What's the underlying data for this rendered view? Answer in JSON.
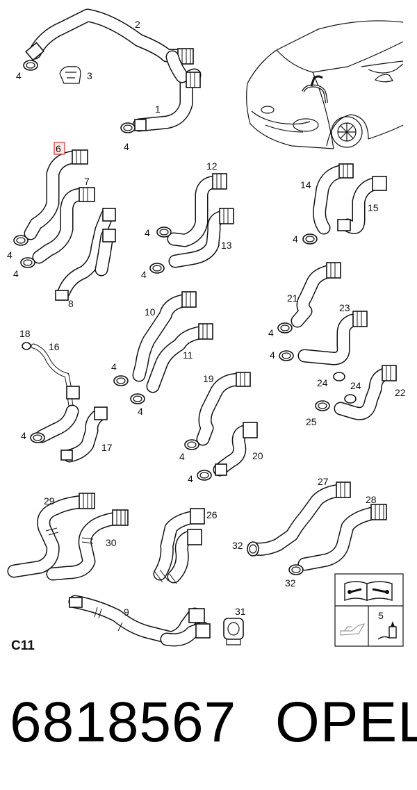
{
  "callouts": {
    "c1": "1",
    "c2": "2",
    "c3": "3",
    "c4a": "4",
    "c4b": "4",
    "c5": "5",
    "c6": "6",
    "c7": "7",
    "c8": "8",
    "c9": "9",
    "c4c": "4",
    "c4d": "4",
    "c10": "10",
    "c11": "11",
    "c12": "12",
    "c13": "13",
    "c4e": "4",
    "c4f": "4",
    "c14": "14",
    "c15": "15",
    "c4g": "4",
    "c16": "16",
    "c17": "17",
    "c18": "18",
    "c4h": "4",
    "c4i": "4",
    "c4j": "4",
    "c19": "19",
    "c20": "20",
    "c4k": "4",
    "c4l": "4",
    "c21": "21",
    "c22": "22",
    "c23": "23",
    "c4m": "4",
    "c4n": "4",
    "c24a": "24",
    "c24b": "24",
    "c25": "25",
    "c26": "26",
    "c27": "27",
    "c28": "28",
    "c29": "29",
    "c30": "30",
    "c31": "31",
    "c32a": "32",
    "c32b": "32"
  },
  "diagram_code": "C11",
  "footer": {
    "part_number": "6818567",
    "brand": "OPEL"
  },
  "colors": {
    "line": "#111111",
    "highlight_fill": "#ffe6e6",
    "highlight_stroke": "#cc3333"
  }
}
